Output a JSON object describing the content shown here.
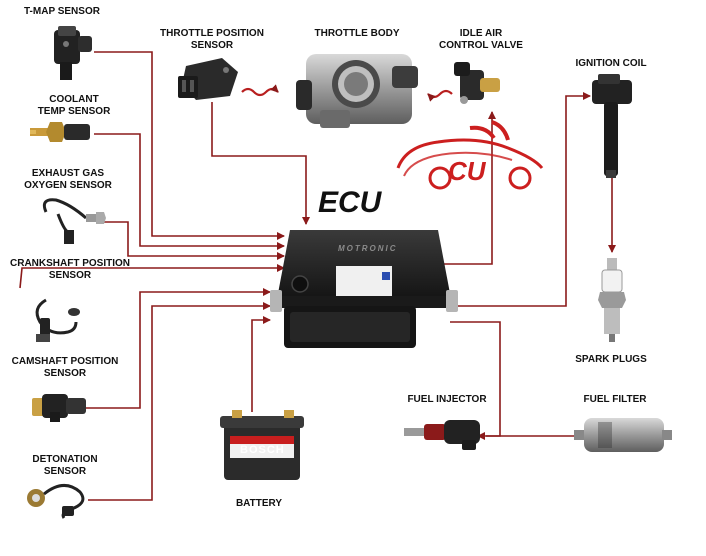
{
  "title": "ECU",
  "labels": {
    "tmap": "T-MAP SENSOR",
    "coolant_line1": "COOLANT",
    "coolant_line2": "TEMP SENSOR",
    "exhaust_line1": "EXHAUST GAS",
    "exhaust_line2": "OXYGEN SENSOR",
    "crank_line1": "CRANKSHAFT POSITION",
    "crank_line2": "SENSOR",
    "cam_line1": "CAMSHAFT POSITION",
    "cam_line2": "SENSOR",
    "deton_line1": "DETONATION",
    "deton_line2": "SENSOR",
    "tps_line1": "THROTTLE POSITION",
    "tps_line2": "SENSOR",
    "throttle_body": "THROTTLE BODY",
    "iac_line1": "IDLE AIR",
    "iac_line2": "CONTROL VALVE",
    "ignition_coil": "IGNITION COIL",
    "spark_plugs": "SPARK PLUGS",
    "fuel_injector": "FUEL INJECTOR",
    "fuel_filter": "FUEL FILTER",
    "battery": "BATTERY"
  },
  "product_text": {
    "ecu_brand": "MOTRONIC",
    "battery_brand": "BOSCH"
  },
  "watermark": {
    "text": "CU"
  },
  "colors": {
    "wire": "#8b1a1a",
    "label": "#111111",
    "watermark_red": "#cc1f1f"
  }
}
